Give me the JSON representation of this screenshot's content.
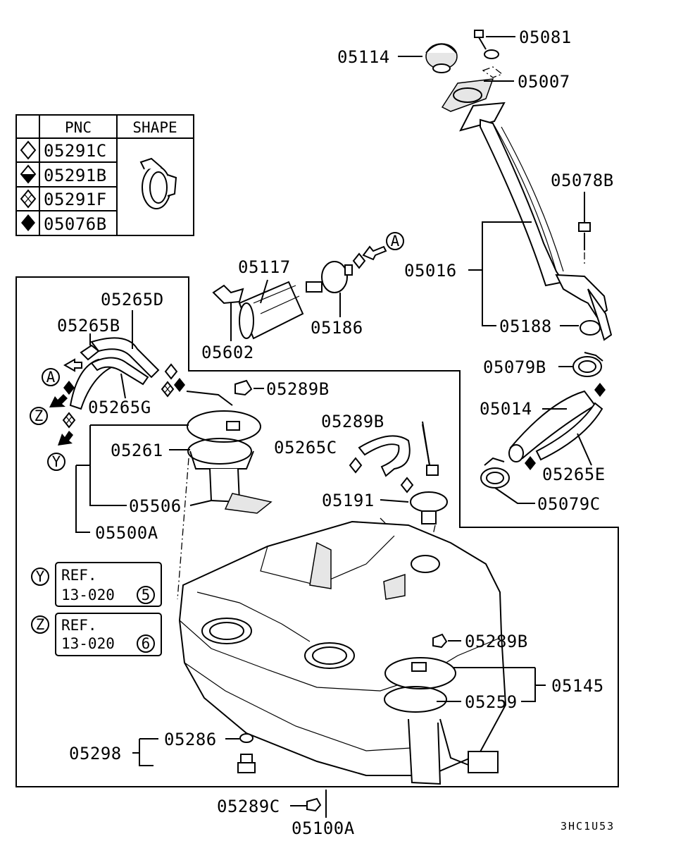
{
  "diagram_code": "3HC1U53",
  "legend": {
    "header_pnc": "PNC",
    "header_shape": "SHAPE",
    "rows": [
      {
        "symbol": "diamond-outline-icon",
        "pnc": "05291C"
      },
      {
        "symbol": "diamond-half-filled-icon",
        "pnc": "05291B"
      },
      {
        "symbol": "diamond-crossed-icon",
        "pnc": "05291F"
      },
      {
        "symbol": "diamond-filled-icon",
        "pnc": "05076B"
      }
    ]
  },
  "callouts": {
    "p05081": "05081",
    "p05114": "05114",
    "p05007": "05007",
    "p05078B": "05078B",
    "p05016": "05016",
    "p05188": "05188",
    "p05079B": "05079B",
    "p05014": "05014",
    "p05265E": "05265E",
    "p05079C": "05079C",
    "p05117": "05117",
    "p05186": "05186",
    "p05602": "05602",
    "p05265D": "05265D",
    "p05265B": "05265B",
    "p05265G": "05265G",
    "p05289B_a": "05289B",
    "p05289B_b": "05289B",
    "p05289B_c": "05289B",
    "p05265C": "05265C",
    "p05191": "05191",
    "p05261": "05261",
    "p05506": "05506",
    "p05500A": "05500A",
    "p05145": "05145",
    "p05259": "05259",
    "p05298": "05298",
    "p05286": "05286",
    "p05289C": "05289C",
    "p05100A": "05100A"
  },
  "markers": {
    "a_top": "A",
    "a_left": "A",
    "z_left": "Z",
    "y_left": "Y",
    "ref_y": "Y",
    "ref_z": "Z"
  },
  "refs": [
    {
      "marker": "Y",
      "line1": "REF.",
      "line2": "13-020",
      "page": "5"
    },
    {
      "marker": "Z",
      "line1": "REF.",
      "line2": "13-020",
      "page": "6"
    }
  ]
}
